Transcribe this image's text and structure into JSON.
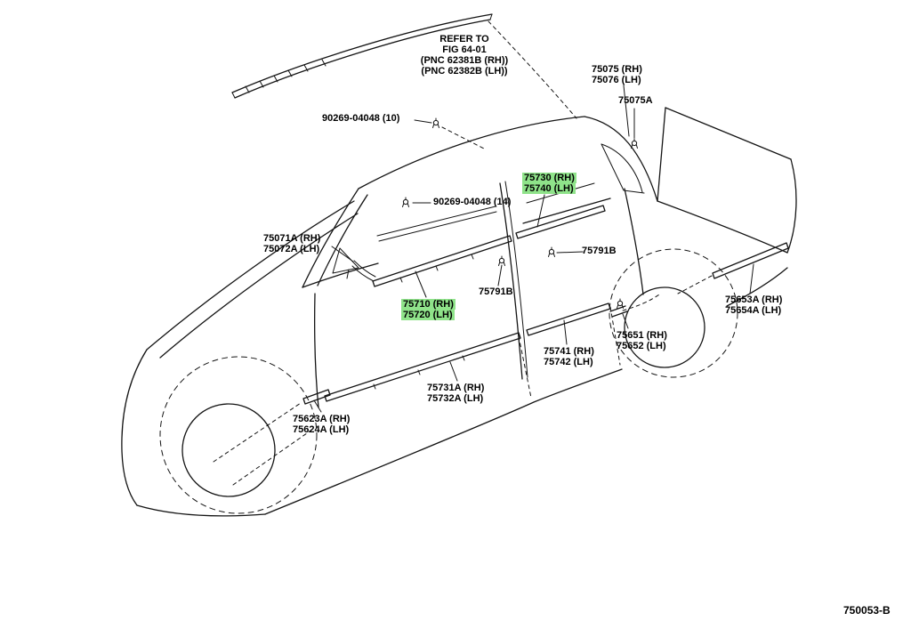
{
  "colors": {
    "highlight_green": "#8fe38a",
    "line": "#141414",
    "background": "#ffffff"
  },
  "refer_note": {
    "lines": [
      "REFER TO",
      "FIG 64-01",
      "(PNC 62381B (RH))",
      "(PNC 62382B (LH))"
    ]
  },
  "part_labels": [
    {
      "name": "clip-90269-04048-10",
      "highlight": false,
      "lines": [
        "90269-04048 (10)"
      ]
    },
    {
      "name": "75075-75076",
      "highlight": false,
      "lines": [
        "75075 (RH)",
        "75076 (LH)"
      ]
    },
    {
      "name": "75075A",
      "highlight": false,
      "lines": [
        "75075A"
      ]
    },
    {
      "name": "75730-75740",
      "highlight": true,
      "lines": [
        "75730 (RH)",
        "75740 (LH)"
      ]
    },
    {
      "name": "clip-90269-04048-14",
      "highlight": false,
      "lines": [
        "90269-04048 (14)"
      ]
    },
    {
      "name": "75071A-75072A",
      "highlight": false,
      "lines": [
        "75071A (RH)",
        "75072A (LH)"
      ]
    },
    {
      "name": "75791B-right",
      "highlight": false,
      "lines": [
        "75791B"
      ]
    },
    {
      "name": "75791B-lower",
      "highlight": false,
      "lines": [
        "75791B"
      ]
    },
    {
      "name": "75710-75720",
      "highlight": true,
      "lines": [
        "75710 (RH)",
        "75720 (LH)"
      ]
    },
    {
      "name": "75653A-75654A",
      "highlight": false,
      "lines": [
        "75653A (RH)",
        "75654A (LH)"
      ]
    },
    {
      "name": "75651-75652",
      "highlight": false,
      "lines": [
        "75651 (RH)",
        "75652 (LH)"
      ]
    },
    {
      "name": "75741-75742",
      "highlight": false,
      "lines": [
        "75741 (RH)",
        "75742 (LH)"
      ]
    },
    {
      "name": "75731A-75732A",
      "highlight": false,
      "lines": [
        "75731A (RH)",
        "75732A (LH)"
      ]
    },
    {
      "name": "75623A-75624A",
      "highlight": false,
      "lines": [
        "75623A (RH)",
        "75624A (LH)"
      ]
    }
  ],
  "footer": {
    "figure_code": "750053-B"
  }
}
